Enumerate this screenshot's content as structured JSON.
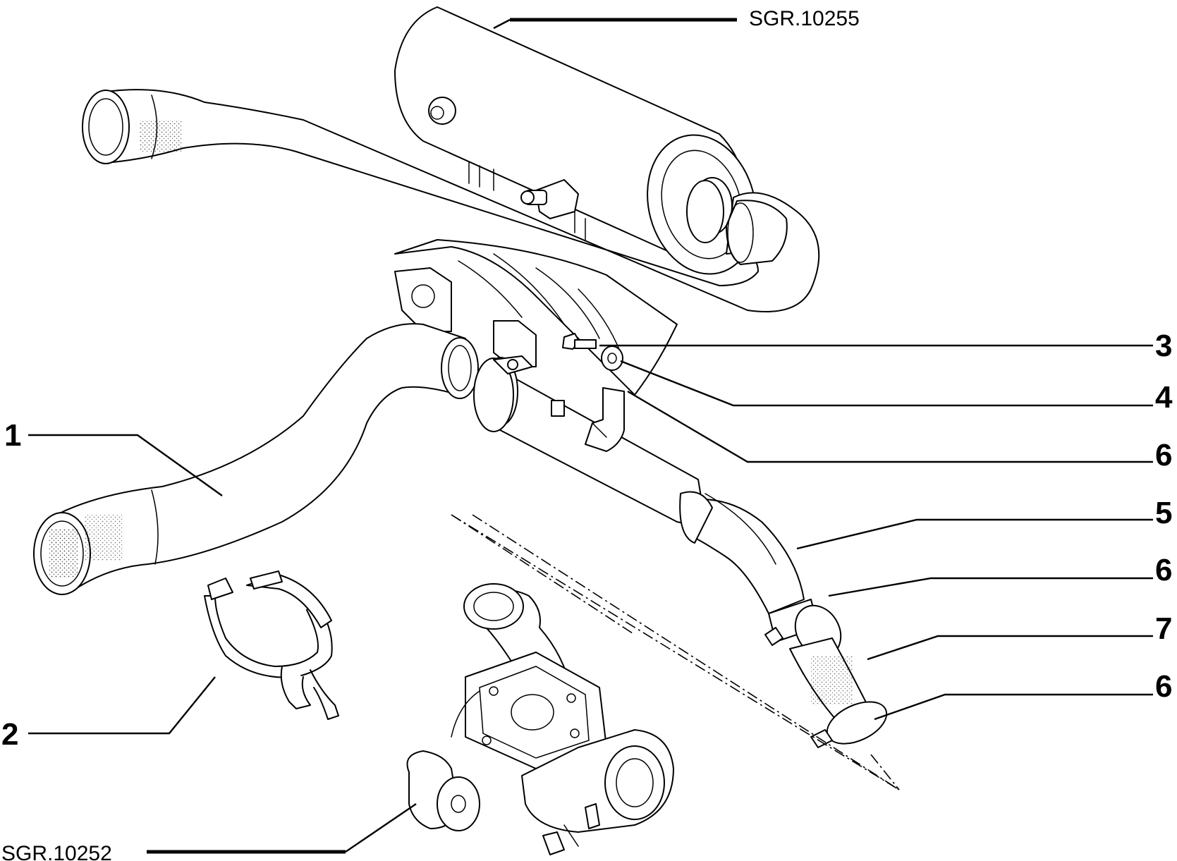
{
  "references": {
    "top": "SGR.10255",
    "bottom": "SGR.10252"
  },
  "callouts": [
    "1",
    "2",
    "3",
    "4",
    "6",
    "5",
    "6",
    "7",
    "6"
  ]
}
